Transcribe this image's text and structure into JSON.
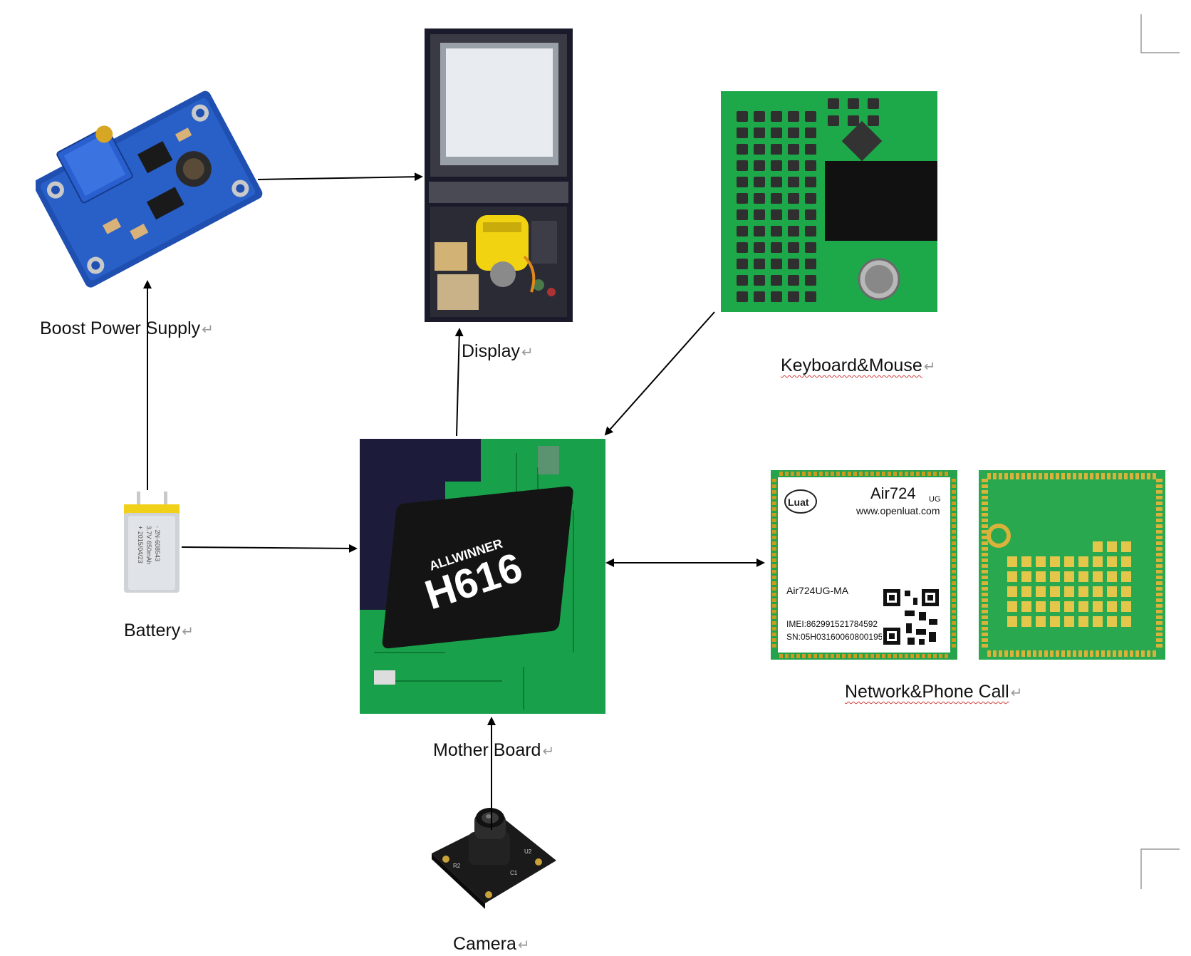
{
  "labels": {
    "boost": "Boost Power Supply",
    "display": "Display",
    "keyboard": "Keyboard&Mouse",
    "battery": "Battery",
    "motherboard": "Mother Board",
    "network": "Network&Phone Call",
    "camera": "Camera"
  },
  "paragraph_mark": "↵",
  "chip": {
    "brand": "ALLWINNER",
    "model": "H616"
  },
  "modem": {
    "title": "Air724",
    "suffix": "UG",
    "site": "www.openluat.com",
    "logo": "Luat",
    "model": "Air724UG-MA",
    "imei": "IMEI:862991521784592",
    "sn": "SN:05H03160060800195"
  },
  "camera_board": {
    "marks": [
      "R2",
      "C1",
      "U2"
    ]
  },
  "connections": [
    {
      "from": "battery",
      "to": "boost",
      "direction": "forward"
    },
    {
      "from": "boost",
      "to": "display",
      "direction": "forward"
    },
    {
      "from": "motherboard",
      "to": "display",
      "direction": "forward"
    },
    {
      "from": "keyboard",
      "to": "motherboard",
      "direction": "forward"
    },
    {
      "from": "battery",
      "to": "motherboard",
      "direction": "forward"
    },
    {
      "from": "motherboard",
      "to": "network",
      "direction": "both"
    },
    {
      "from": "camera",
      "to": "motherboard",
      "direction": "forward"
    }
  ],
  "colors": {
    "pcb_blue": "#1f4fb0",
    "pcb_green": "#17a34a",
    "chip_black": "#141414",
    "arrow": "#000000",
    "squiggle": "#d23a3a"
  }
}
